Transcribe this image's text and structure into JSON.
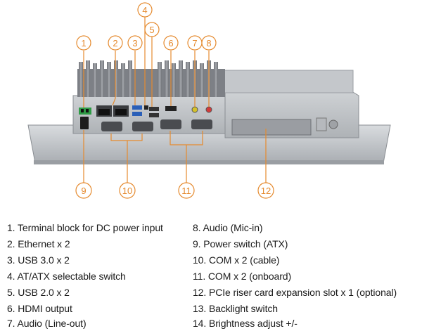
{
  "colors": {
    "callout": "#e58a2e",
    "chassis": "#b9bcc0",
    "heatsink": "#8d9096",
    "panel": "#c8ccd0"
  },
  "callouts": [
    "1",
    "2",
    "3",
    "4",
    "5",
    "6",
    "7",
    "8",
    "9",
    "10",
    "11",
    "12"
  ],
  "legend_left": [
    "1. Terminal block for DC power input",
    "2. Ethernet x 2",
    "3. USB 3.0 x 2",
    "4. AT/ATX selectable switch",
    "5. USB 2.0 x 2",
    "6. HDMI output",
    "7. Audio (Line-out)"
  ],
  "legend_right": [
    "8. Audio (Mic-in)",
    "9. Power switch (ATX)",
    "10. COM x 2  (cable)",
    "11. COM x 2  (onboard)",
    "12. PCIe riser card expansion slot x 1  (optional)",
    "13. Backlight switch",
    "14. Brightness adjust +/-"
  ]
}
